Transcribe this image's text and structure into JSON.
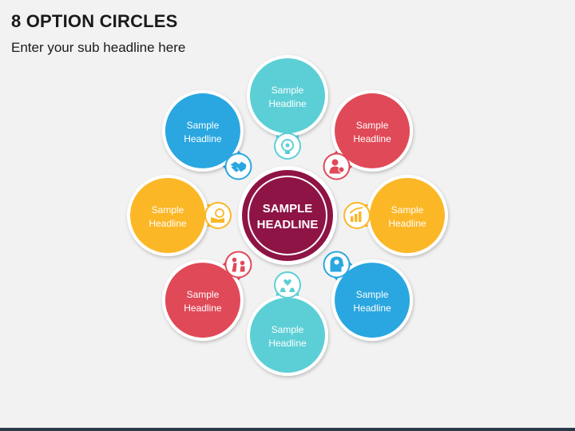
{
  "title": "8 OPTION CIRCLES",
  "subtitle": "Enter your sub headline here",
  "center": {
    "line1": "SAMPLE",
    "line2": "HEADLINE",
    "color": "#8e1446"
  },
  "petals": [
    {
      "line1": "Sample",
      "line2": "Headline",
      "color": "#5ccfd6",
      "icon": "brain-gear-icon"
    },
    {
      "line1": "Sample",
      "line2": "Headline",
      "color": "#e04957",
      "icon": "businessman-gear-icon"
    },
    {
      "line1": "Sample",
      "line2": "Headline",
      "color": "#fbb726",
      "icon": "growth-chart-icon"
    },
    {
      "line1": "Sample",
      "line2": "Headline",
      "color": "#2aa7e0",
      "icon": "head-idea-icon"
    },
    {
      "line1": "Sample",
      "line2": "Headline",
      "color": "#5ccfd6",
      "icon": "hands-heart-icon"
    },
    {
      "line1": "Sample",
      "line2": "Headline",
      "color": "#e04957",
      "icon": "helping-hand-icon"
    },
    {
      "line1": "Sample",
      "line2": "Headline",
      "color": "#fbb726",
      "icon": "hand-coin-icon"
    },
    {
      "line1": "Sample",
      "line2": "Headline",
      "color": "#2aa7e0",
      "icon": "handshake-icon"
    }
  ]
}
